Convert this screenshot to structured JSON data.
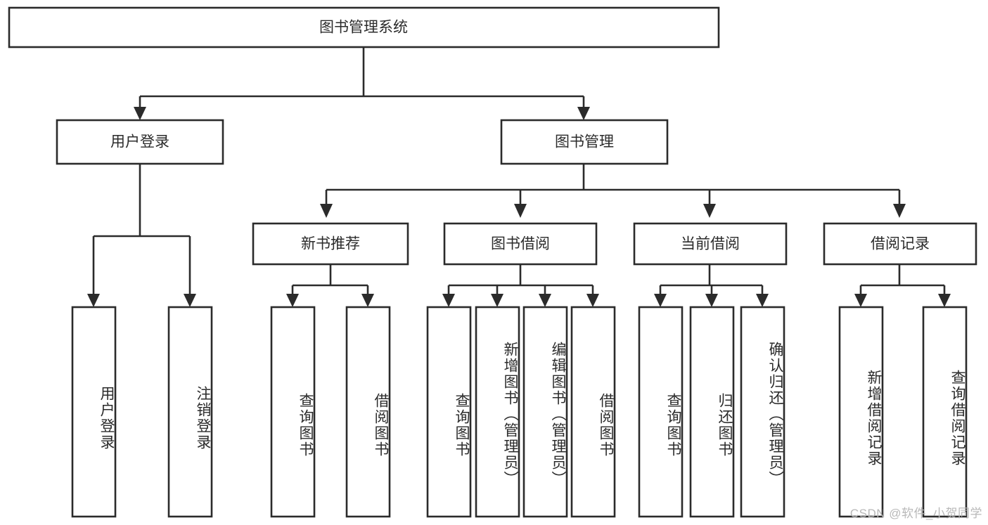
{
  "diagram": {
    "title": "图书管理系统",
    "type": "hierarchy-tree",
    "background_color": "#ffffff",
    "line_color": "#2b2b2b",
    "text_color": "#2b2b2b",
    "box_fill": "#ffffff"
  },
  "root": {
    "label": "图书管理系统"
  },
  "level2": [
    {
      "label": "用户登录"
    },
    {
      "label": "图书管理"
    }
  ],
  "level3": [
    {
      "label": "新书推荐"
    },
    {
      "label": "图书借阅"
    },
    {
      "label": "当前借阅"
    },
    {
      "label": "借阅记录"
    }
  ],
  "leaves": {
    "user_login": [
      {
        "label": "用户登录"
      },
      {
        "label": "注销登录"
      }
    ],
    "new_book_recommend": [
      {
        "label": "查询图书"
      },
      {
        "label": "借阅图书"
      }
    ],
    "book_borrow": [
      {
        "label": "查询图书"
      },
      {
        "label": "新增图书（管理员）"
      },
      {
        "label": "编辑图书（管理员）"
      },
      {
        "label": "借阅图书"
      }
    ],
    "current_borrow": [
      {
        "label": "查询图书"
      },
      {
        "label": "归还图书"
      },
      {
        "label": "确认归还（管理员）"
      }
    ],
    "borrow_record": [
      {
        "label": "新增借阅记录"
      },
      {
        "label": "查询借阅记录"
      }
    ]
  },
  "watermark": {
    "text": "CSDN @软件_小贺同学"
  }
}
